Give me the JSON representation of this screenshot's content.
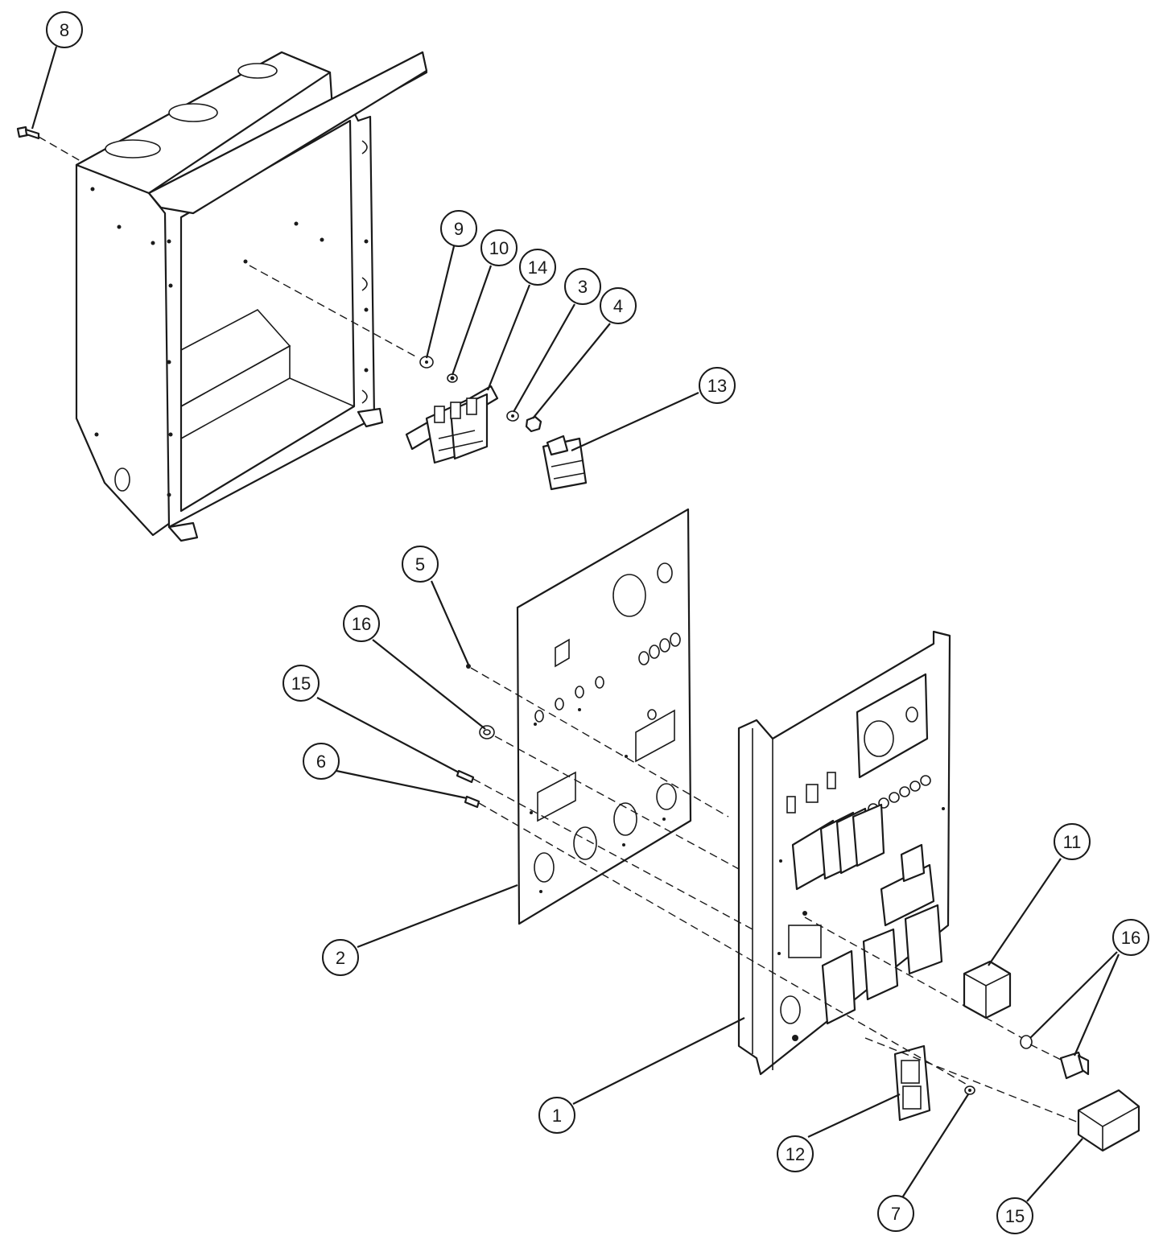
{
  "callouts": [
    {
      "id": "c8",
      "label": "8"
    },
    {
      "id": "c9",
      "label": "9"
    },
    {
      "id": "c10",
      "label": "10"
    },
    {
      "id": "c14",
      "label": "14"
    },
    {
      "id": "c3",
      "label": "3"
    },
    {
      "id": "c4",
      "label": "4"
    },
    {
      "id": "c13",
      "label": "13"
    },
    {
      "id": "c5",
      "label": "5"
    },
    {
      "id": "c16a",
      "label": "16"
    },
    {
      "id": "c15a",
      "label": "15"
    },
    {
      "id": "c6",
      "label": "6"
    },
    {
      "id": "c2",
      "label": "2"
    },
    {
      "id": "c11",
      "label": "11"
    },
    {
      "id": "c16b",
      "label": "16"
    },
    {
      "id": "c1",
      "label": "1"
    },
    {
      "id": "c12",
      "label": "12"
    },
    {
      "id": "c7",
      "label": "7"
    },
    {
      "id": "c15b",
      "label": "15"
    }
  ]
}
